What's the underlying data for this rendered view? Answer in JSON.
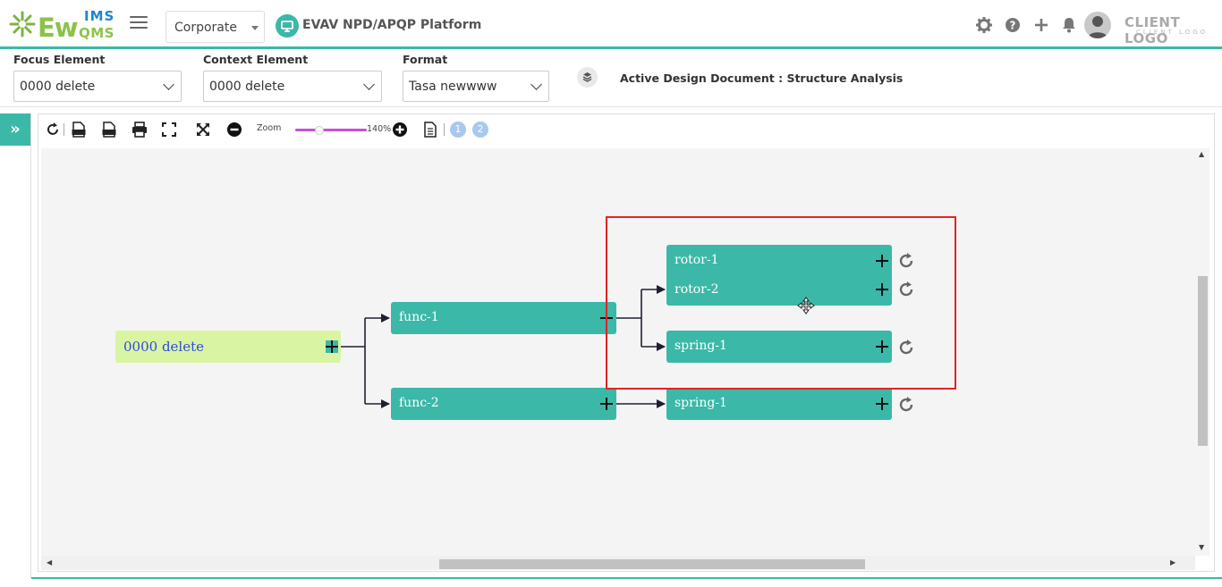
{
  "header": {
    "logo": {
      "main": "Ew",
      "super": "IMS",
      "sub": "QMS"
    },
    "org_select": "Corporate",
    "platform_title": "EVAV NPD/APQP Platform",
    "icons": [
      "gear-icon",
      "help-icon",
      "add-icon",
      "bell-icon",
      "user-avatar"
    ],
    "client_logo": "CLIENT LOGO",
    "client_logo_sub": "CLIENT LOGO"
  },
  "filters": {
    "focus": {
      "label": "Focus Element",
      "value": "0000 delete"
    },
    "context": {
      "label": "Context Element",
      "value": "0000 delete"
    },
    "format": {
      "label": "Format",
      "value": "Tasa newwww"
    },
    "active_doc": "Active Design Document : Structure Analysis"
  },
  "toolbar": {
    "icons": [
      "refresh-icon",
      "svg-export-icon",
      "png-export-icon",
      "print-icon",
      "fullscreen-icon",
      "fit-icon",
      "zoom-out-icon",
      "zoom-in-icon",
      "document-icon"
    ],
    "zoom_label": "Zoom",
    "zoom_percent": "140%",
    "zoom_value": 140,
    "pages": [
      "1",
      "2"
    ]
  },
  "tree": {
    "root": "0000 delete",
    "level1": [
      "func-1",
      "func-2"
    ],
    "level2": [
      "rotor-1",
      "rotor-2",
      "spring-1",
      "spring-1"
    ]
  },
  "colors": {
    "accent": "#3bb8a8",
    "root_bg": "#d9f5a3",
    "root_text": "#2e49e6",
    "highlight": "#e02424",
    "zoom_track": "#c84fd6",
    "page_badge": "#a9c8ee"
  }
}
